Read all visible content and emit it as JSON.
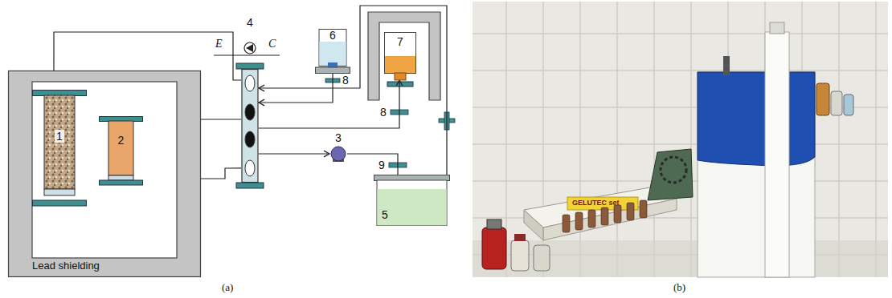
{
  "diagram": {
    "nodes": [
      {
        "text": [
          "Lead shielding"
        ]
      },
      {
        "text": [
          "1"
        ],
        "in": 0
      },
      {
        "text": [
          "2"
        ],
        "in": 0
      },
      {
        "text": [
          "4"
        ]
      },
      {
        "text": [
          "3"
        ]
      },
      {
        "text": [
          "6"
        ]
      },
      {
        "text": [
          "7"
        ]
      },
      {
        "text": [
          "5"
        ]
      }
    ],
    "edges": [
      {
        "from": 5,
        "to": 3,
        "arrow": "to"
      },
      {
        "from": 3,
        "to": 6,
        "arrow": "to"
      },
      {
        "from": 3,
        "to": 4,
        "arrow": "to"
      },
      {
        "from": 4,
        "to": 7,
        "arrow": "none"
      },
      {
        "from": 7,
        "to": 3,
        "arrow": "to"
      },
      {
        "from": 1,
        "to": 3,
        "arrow": "none"
      },
      {
        "from": 1,
        "to": 2,
        "arrow": "none"
      },
      {
        "from": 2,
        "to": 3,
        "arrow": "none"
      },
      {
        "from": 2,
        "to": 3,
        "arrow": "none"
      }
    ],
    "labels": [
      "E",
      "C",
      "8",
      "8",
      "9",
      "(a)",
      "(b)",
      "GELUTEC set"
    ]
  }
}
